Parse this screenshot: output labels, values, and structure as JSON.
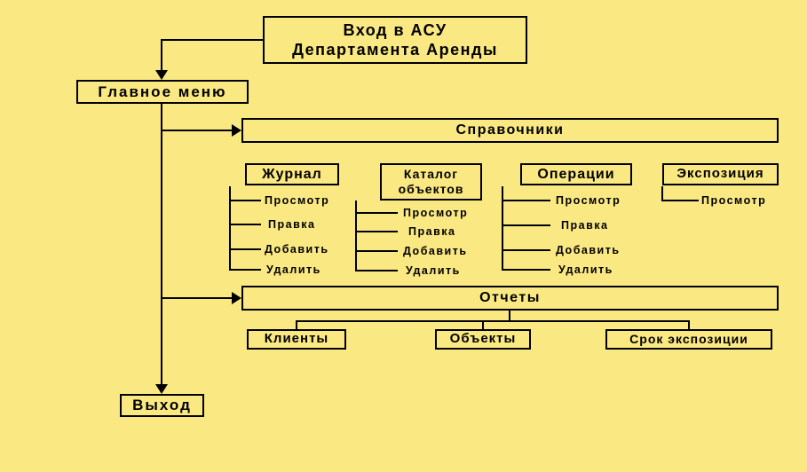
{
  "colors": {
    "background": "#FAE883",
    "box_fill": "#FAE883",
    "line": "#000000",
    "text": "#000000"
  },
  "nodes": {
    "entry": {
      "label": "Вход в АСУ\nДепартамента Аренды"
    },
    "main_menu": {
      "label": "Главное меню"
    },
    "directories": {
      "label": "Справочники"
    },
    "journal": {
      "label": "Журнал"
    },
    "catalog": {
      "label": "Каталог\nобъектов"
    },
    "operations": {
      "label": "Операции"
    },
    "exposition": {
      "label": "Экспозиция"
    },
    "reports": {
      "label": "Отчеты"
    },
    "clients": {
      "label": "Клиенты"
    },
    "objects": {
      "label": "Объекты"
    },
    "exposition_period": {
      "label": "Срок экспозиции"
    },
    "exit": {
      "label": "Выход"
    }
  },
  "items": {
    "journal": [
      "Просмотр",
      "Правка",
      "Добавить",
      "Удалить"
    ],
    "catalog": [
      "Просмотр",
      "Правка",
      "Добавить",
      "Удалить"
    ],
    "operations": [
      "Просмотр",
      "Правка",
      "Добавить",
      "Удалить"
    ],
    "exposition": [
      "Просмотр"
    ]
  }
}
